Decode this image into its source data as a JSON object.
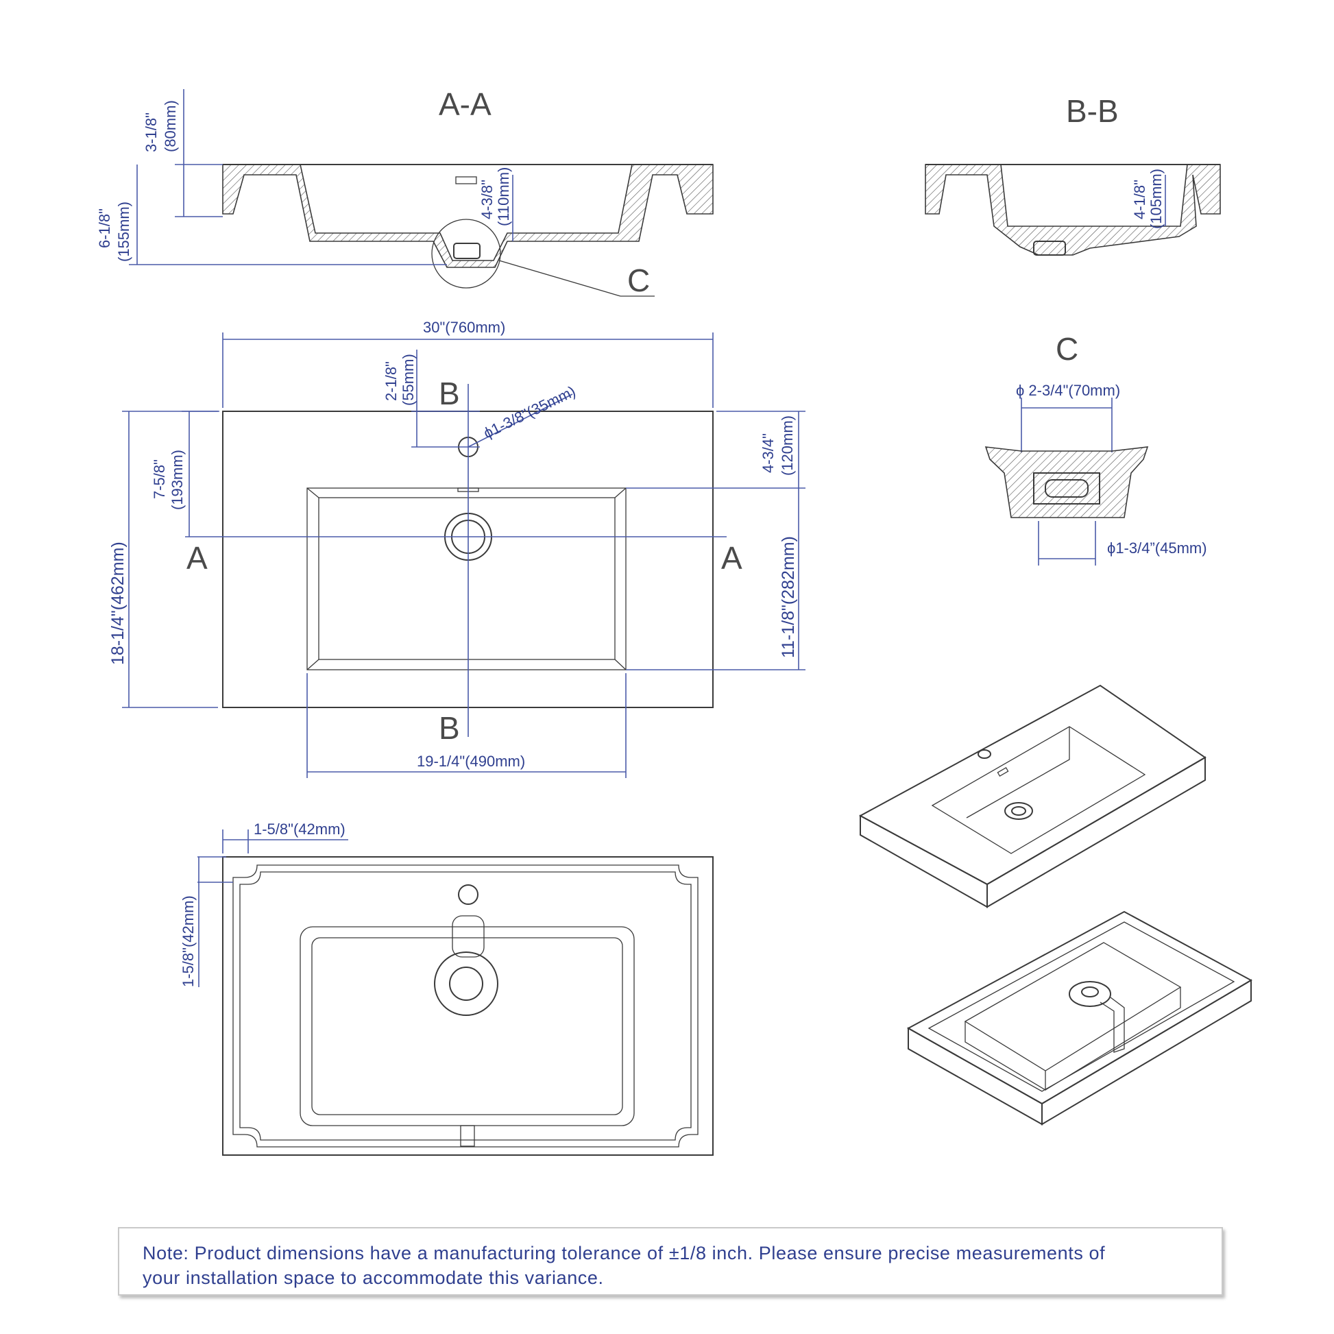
{
  "section_labels": {
    "a_a": "A-A",
    "b_b": "B-B",
    "c_callout": "C",
    "c_view": "C",
    "a_left": "A",
    "a_right": "A",
    "b_top": "B",
    "b_bottom": "B"
  },
  "dimensions": {
    "height_top": "3-1/8\"",
    "height_top_mm": "(80mm)",
    "height_total": "6-1/8\"",
    "height_total_mm": "(155mm)",
    "bowl_depth_aa": "4-3/8\"",
    "bowl_depth_aa_mm": "(110mm)",
    "bowl_depth_bb": "4-1/8\"",
    "bowl_depth_bb_mm": "(105mm)",
    "width_total": "30\"(760mm)",
    "faucet_offset": "2-1/8\"",
    "faucet_offset_mm": "(55mm)",
    "faucet_hole": "ϕ1-3/8\"(35mm)",
    "drain_to_front": "7-5/8\"",
    "drain_to_front_mm": "(193mm)",
    "depth_total": "18-1/4\"(462mm)",
    "back_to_bowl": "4-3/4\"",
    "back_to_bowl_mm": "(120mm)",
    "bowl_length": "11-1/8\"(282mm)",
    "bowl_width": "19-1/4\"(490mm)",
    "drain_top": "ϕ 2-3/4\"(70mm)",
    "drain_bottom": "ϕ1-3/4”(45mm)",
    "edge_x": "1-5/8\"(42mm)",
    "edge_y": "1-5/8\"(42mm)"
  },
  "note": {
    "line1": "Note: Product dimensions have a manufacturing tolerance of ±1/8 inch. Please ensure precise measurements of",
    "line2": "your installation space to accommodate this variance."
  },
  "colors": {
    "dimension": "#2f3f8f",
    "drawing": "#3a3a3a",
    "border": "#c9c9c9"
  }
}
